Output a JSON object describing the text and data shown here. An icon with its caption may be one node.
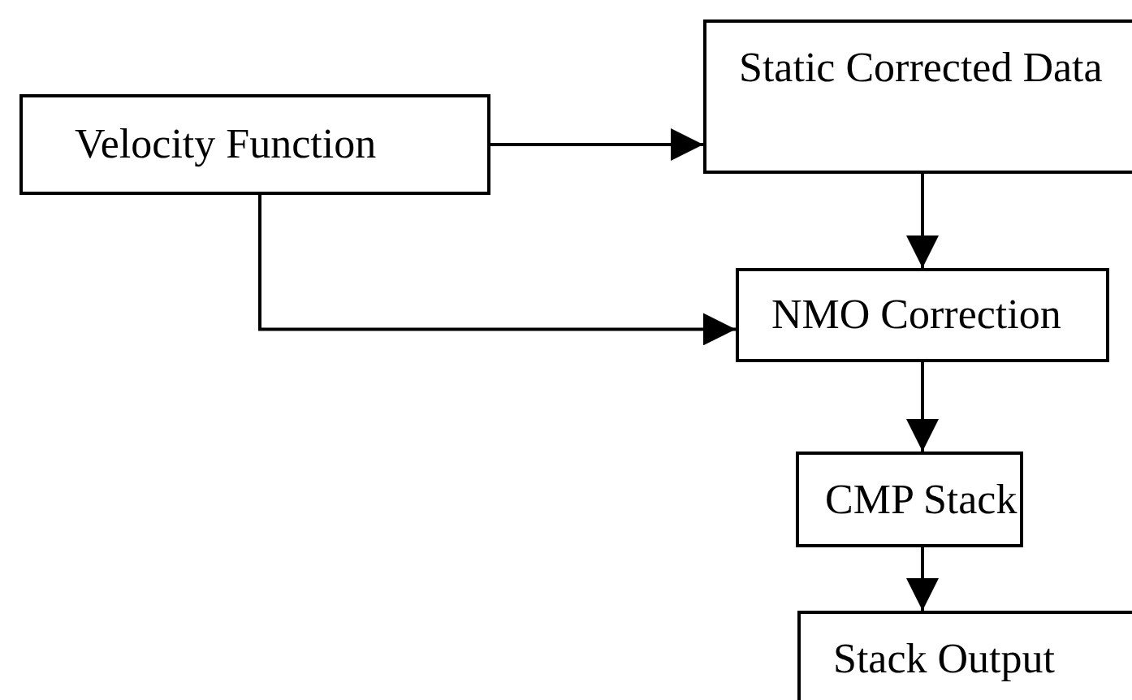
{
  "diagram": {
    "nodes": [
      {
        "text": [
          "Velocity Function"
        ]
      },
      {
        "text": [
          "Static Corrected Data"
        ]
      },
      {
        "text": [
          "NMO Correction"
        ]
      },
      {
        "text": [
          "CMP Stack"
        ]
      },
      {
        "text": [
          "Stack Output"
        ]
      }
    ],
    "edges": [
      {
        "from": 0,
        "to": 1,
        "arrow": "to"
      },
      {
        "from": 1,
        "to": 2,
        "arrow": "to"
      },
      {
        "from": 0,
        "to": 2,
        "arrow": "to"
      },
      {
        "from": 2,
        "to": 3,
        "arrow": "to"
      },
      {
        "from": 3,
        "to": 4,
        "arrow": "to"
      }
    ]
  }
}
